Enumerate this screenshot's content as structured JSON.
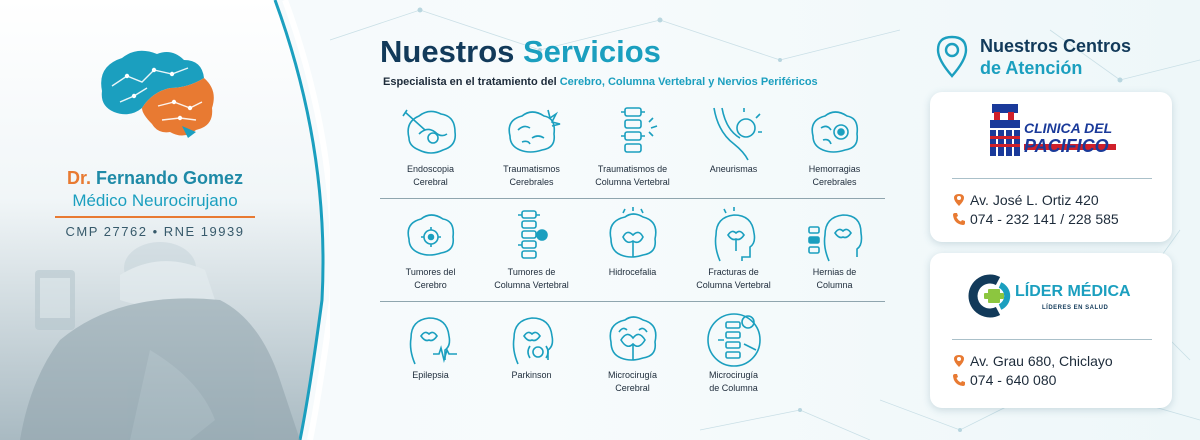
{
  "doctor": {
    "prefix": "Dr.",
    "name": "Fernando Gomez",
    "title": "Médico Neurocirujano",
    "registration": "CMP 27762 • RNE 19939"
  },
  "services": {
    "title_dark": "Nuestros",
    "title_accent": "Servicios",
    "subtitle_plain": "Especialista en el tratamiento del",
    "subtitle_accent": "Cerebro, Columna Vertebral y Nervios Periféricos",
    "rows": [
      [
        {
          "l1": "Endoscopia",
          "l2": "Cerebral",
          "icon": "endoscopy-icon"
        },
        {
          "l1": "Traumatismos",
          "l2": "Cerebrales",
          "icon": "brain-trauma-icon"
        },
        {
          "l1": "Traumatismos de",
          "l2": "Columna Vertebral",
          "icon": "spine-trauma-icon"
        },
        {
          "l1": "Aneurismas",
          "l2": "",
          "icon": "aneurysm-icon"
        },
        {
          "l1": "Hemorragias",
          "l2": "Cerebrales",
          "icon": "brain-hemorrhage-icon"
        }
      ],
      [
        {
          "l1": "Tumores del",
          "l2": "Cerebro",
          "icon": "brain-tumor-icon"
        },
        {
          "l1": "Tumores de",
          "l2": "Columna Vertebral",
          "icon": "spine-tumor-icon"
        },
        {
          "l1": "Hidrocefalia",
          "l2": "",
          "icon": "hydrocephalus-icon"
        },
        {
          "l1": "Fracturas de",
          "l2": "Columna Vertebral",
          "icon": "spine-fracture-icon"
        },
        {
          "l1": "Hernias de",
          "l2": "Columna",
          "icon": "spine-hernia-icon"
        }
      ],
      [
        {
          "l1": "Epilepsia",
          "l2": "",
          "icon": "epilepsy-icon"
        },
        {
          "l1": "Parkinson",
          "l2": "",
          "icon": "parkinson-icon"
        },
        {
          "l1": "Microcirugía",
          "l2": "Cerebral",
          "icon": "brain-microsurgery-icon"
        },
        {
          "l1": "Microcirugía",
          "l2": "de Columna",
          "icon": "spine-microsurgery-icon"
        }
      ]
    ]
  },
  "centers": {
    "title1": "Nuestros Centros",
    "title2": "de Atención",
    "clinic1": {
      "name1": "CLINICA DEL",
      "name2": "PACIFICO",
      "address": "Av. José L. Ortiz 420",
      "phone": "074 - 232 141 / 228 585"
    },
    "clinic2": {
      "name": "LÍDER MÉDICA",
      "tagline": "LÍDERES EN SALUD",
      "address": "Av. Grau 680, Chiclayo",
      "phone": "074 - 640 080"
    }
  },
  "colors": {
    "accent": "#1b9fbf",
    "dark": "#123a5a",
    "orange": "#e87a32",
    "brand_pacifico": "#1a3a9a",
    "brand_red": "#d0202a"
  }
}
